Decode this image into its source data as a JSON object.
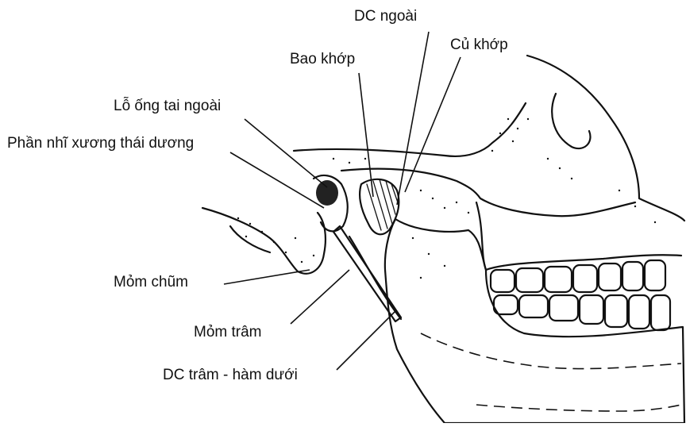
{
  "labels": {
    "dc_ngoai": "DC ngoài",
    "cu_khop": "Củ khớp",
    "bao_khop": "Bao khớp",
    "lo_ong_tai_ngoai": "Lỗ ống tai ngoài",
    "phan_nhi_xuong_thai_duong": "Phần nhĩ xương thái dương",
    "mom_chum": "Mỏm chũm",
    "mom_tram": "Mỏm trâm",
    "dc_tram_ham_duoi": "DC trâm - hàm dưới"
  }
}
